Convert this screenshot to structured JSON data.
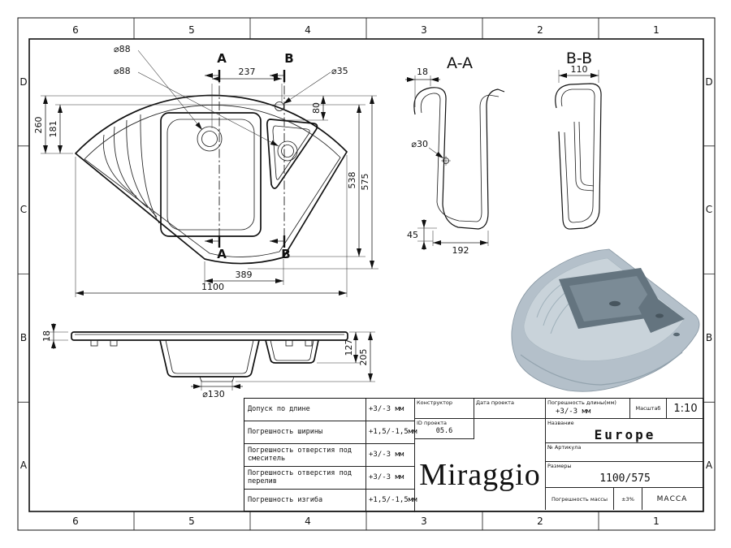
{
  "sheet": {
    "cols": [
      "6",
      "5",
      "4",
      "3",
      "2",
      "1"
    ],
    "rows": [
      "D",
      "C",
      "B",
      "A"
    ]
  },
  "plan": {
    "dia_drain_1": "⌀88",
    "dia_drain_2": "⌀88",
    "dia_faucet": "⌀35",
    "dim_237": "237",
    "dim_260": "260",
    "dim_181": "181",
    "dim_80": "80",
    "dim_538": "538",
    "dim_575": "575",
    "dim_389": "389",
    "dim_1100": "1100",
    "sec_a": "A",
    "sec_b": "B"
  },
  "section_aa": {
    "title": "A-A",
    "dim_18": "18",
    "dia_30": "⌀30",
    "dim_45": "45",
    "dim_192": "192"
  },
  "section_bb": {
    "title": "B-B",
    "dim_110": "110"
  },
  "side": {
    "dim_18": "18",
    "dim_127": "127",
    "dim_205": "205",
    "dia_130": "⌀130"
  },
  "title_block": {
    "tolerances": [
      {
        "label": "Допуск по длине",
        "value": "+3/-3 мм"
      },
      {
        "label": "Погрешность ширины",
        "value": "+1,5/-1,5мм"
      },
      {
        "label": "Погрешность отверстия под смеситель",
        "value": "+3/-3 мм"
      },
      {
        "label": "Погрешность отверстия под перелив",
        "value": "+3/-3 мм"
      },
      {
        "label": "Погрешность изгиба",
        "value": "+1,5/-1,5мм"
      }
    ],
    "designer_label": "Конструктор",
    "date_label": "Дата проекта",
    "project_id_label": "ID проекта",
    "project_id_value": "05.6",
    "brand": "Miraggio",
    "length_tol_label": "Погрешность длины(мм)",
    "length_tol_value": "+3/-3 мм",
    "scale_label": "Масштаб",
    "scale_value": "1:10",
    "name_label": "Название",
    "name_value": "Europe",
    "article_label": "№ Артикула",
    "size_label": "Размеры",
    "size_value": "1100/575",
    "mass_tol_label": "Погрешность массы",
    "mass_tol_value": "±3%",
    "mass_label": "МАССА"
  }
}
